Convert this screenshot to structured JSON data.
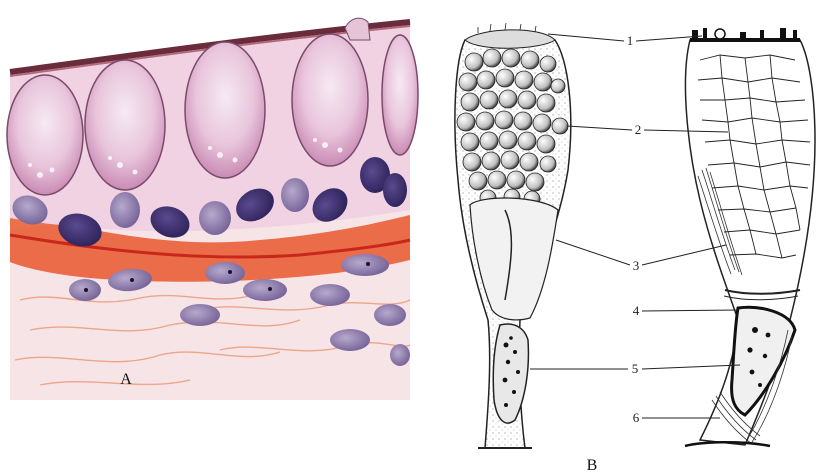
{
  "panels": [
    {
      "id": "A",
      "label": "A"
    },
    {
      "id": "B",
      "label": "B"
    }
  ],
  "callouts": [
    "1",
    "2",
    "3",
    "4",
    "5",
    "6"
  ],
  "colors": {
    "background": "#ffffff",
    "tissue_pink": "#e8b4cc",
    "connective_red": "#e0401c",
    "nucleus_purple": "#3a2d6e",
    "line_ink": "#222222"
  }
}
